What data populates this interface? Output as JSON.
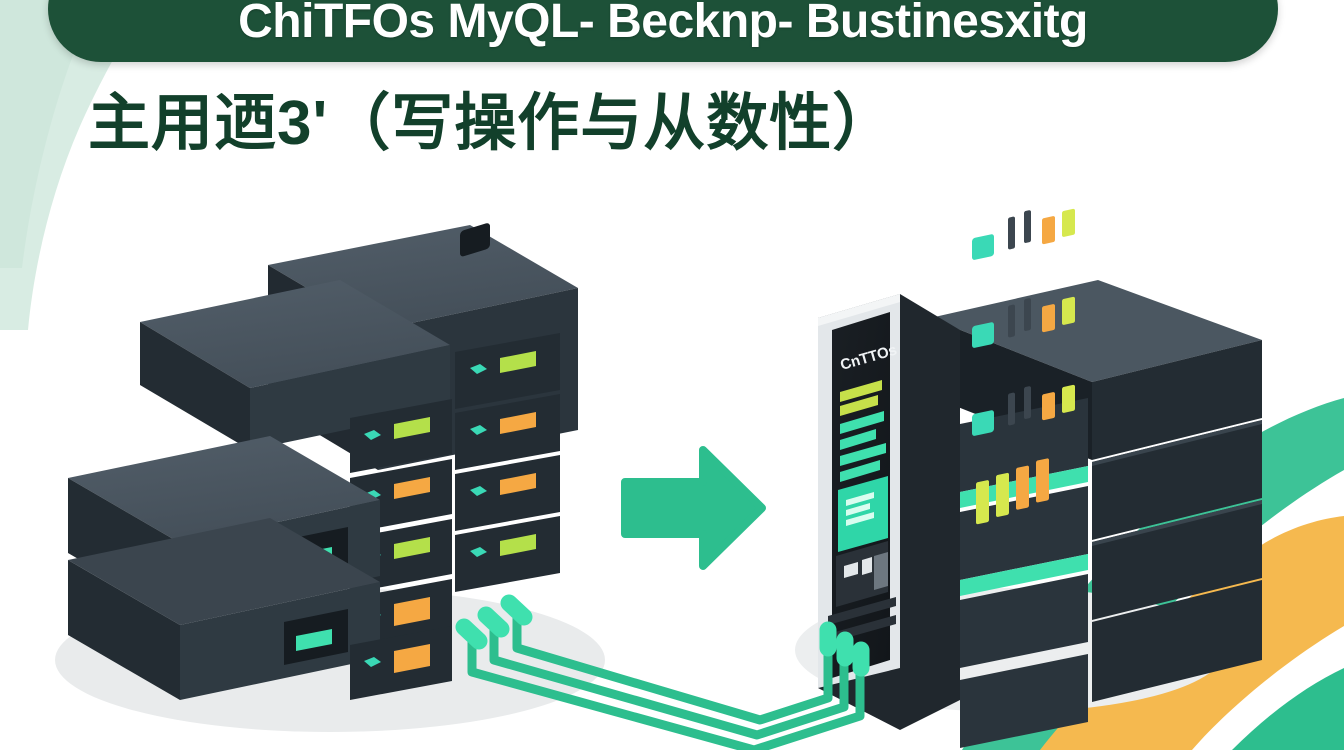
{
  "banner": {
    "title": "ChiTFOs MyQL- Becknp- Bustinesxitg",
    "subtitle": "主用迺3'（写操作与从数性）"
  },
  "illustration": {
    "arrow_label": "right-arrow",
    "left_group_label": "primary-server-stack",
    "right_group_label": "replica-server-tower",
    "terminal_label": "CnTTOs",
    "cable_count": 3
  },
  "colors": {
    "pill_green": "#1d5138",
    "subtitle_green": "#12402b",
    "accent_green": "#2dbe8e",
    "mint": "#3fe0ae",
    "cyan_led": "#3ad9b6",
    "lime_led": "#b4e04a",
    "orange_led": "#f5a843",
    "server_top": "#4b5761",
    "server_front": "#2f3a42",
    "server_side": "#232c33",
    "ribbon_orange": "#f5b94f",
    "ribbon_green": "#2dbe8e",
    "corner_mint": "#d8ece3",
    "shadow": "#e9ebec",
    "background": "#ffffff"
  }
}
